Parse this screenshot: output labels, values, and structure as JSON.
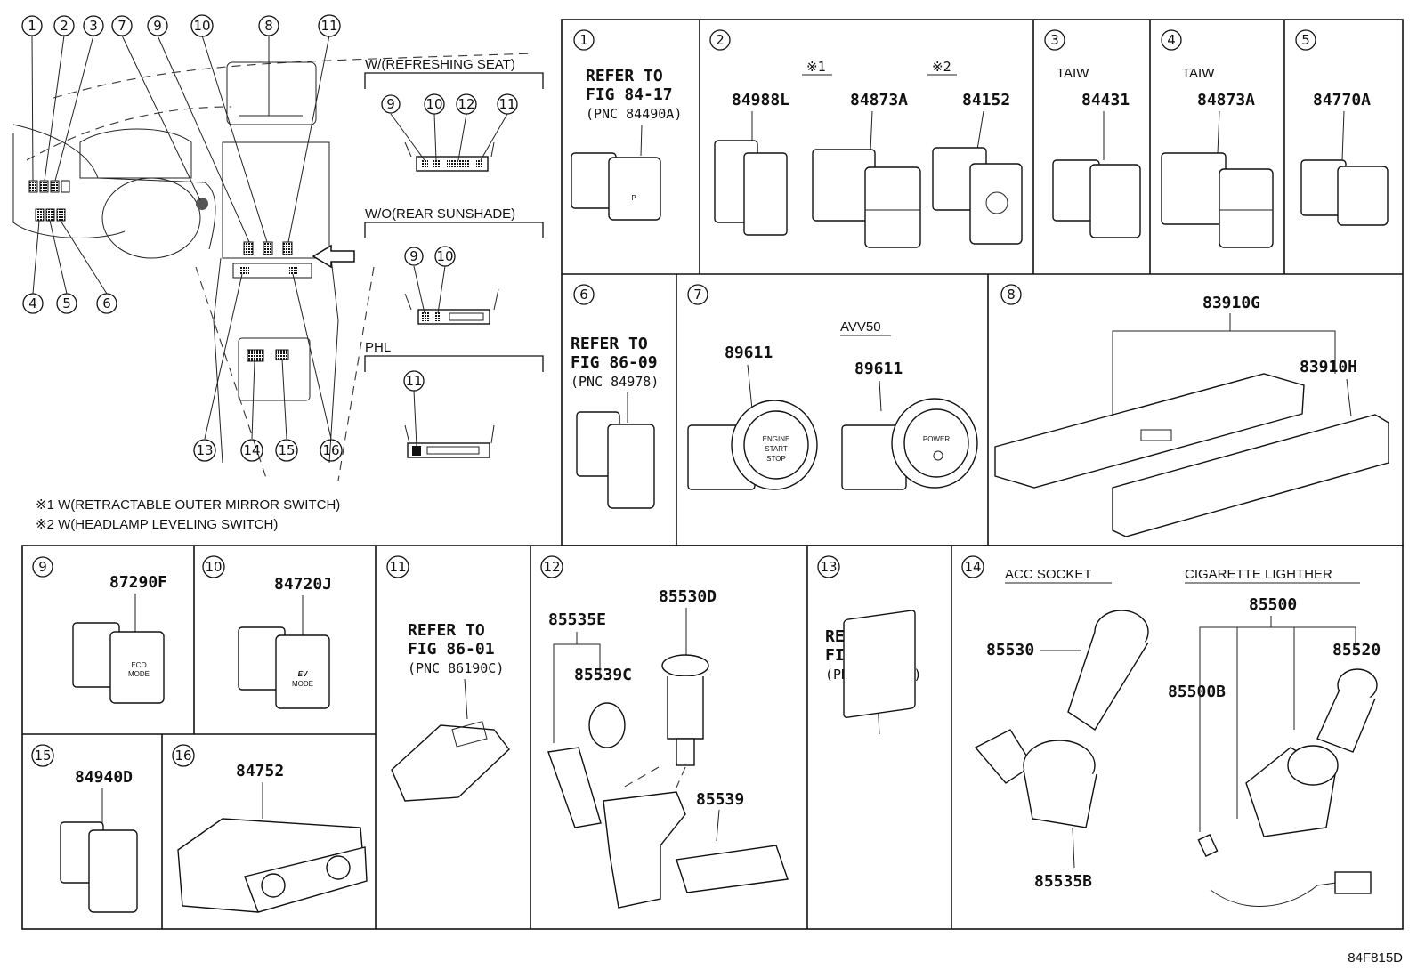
{
  "overview": {
    "callouts": [
      "1",
      "2",
      "3",
      "7",
      "9",
      "10",
      "8",
      "11",
      "4",
      "5",
      "6",
      "13",
      "14",
      "15",
      "16"
    ],
    "notes": [
      "※1 W(RETRACTABLE OUTER MIRROR SWITCH)",
      "※2 W(HEADLAMP LEVELING SWITCH)"
    ],
    "variants": [
      {
        "title": "W/(REFRESHING SEAT)",
        "callouts": [
          "9",
          "10",
          "12",
          "11"
        ]
      },
      {
        "title": "W/O(REAR SUNSHADE)",
        "callouts": [
          "9",
          "10"
        ]
      },
      {
        "title": "PHL",
        "callouts": [
          "11"
        ]
      }
    ]
  },
  "cells": {
    "c1": {
      "num": "1",
      "ref": [
        "REFER TO",
        "FIG 84-17",
        "(PNC 84490A)"
      ]
    },
    "c2": {
      "num": "2",
      "parts": [
        "84988L",
        "84873A",
        "84152"
      ],
      "marks": [
        "※1",
        "※2"
      ]
    },
    "c3": {
      "num": "3",
      "tag": "TAIW",
      "parts": [
        "84431"
      ]
    },
    "c4": {
      "num": "4",
      "tag": "TAIW",
      "parts": [
        "84873A"
      ]
    },
    "c5": {
      "num": "5",
      "parts": [
        "84770A"
      ]
    },
    "c6": {
      "num": "6",
      "ref": [
        "REFER TO",
        "FIG 86-09",
        "(PNC 84978)"
      ]
    },
    "c7": {
      "num": "7",
      "tag": "AVV50",
      "parts": [
        "89611",
        "89611"
      ],
      "button1": [
        "ENGINE",
        "START",
        "STOP"
      ],
      "button2": "POWER"
    },
    "c8": {
      "num": "8",
      "parts": [
        "83910G",
        "83910H"
      ]
    },
    "c9": {
      "num": "9",
      "parts": [
        "87290F"
      ],
      "face": [
        "ECO",
        "MODE"
      ]
    },
    "c10": {
      "num": "10",
      "parts": [
        "84720J"
      ],
      "face": [
        "EV",
        "MODE"
      ]
    },
    "c11": {
      "num": "11",
      "ref": [
        "REFER TO",
        "FIG 86-01",
        "(PNC 86190C)"
      ]
    },
    "c12": {
      "num": "12",
      "parts": [
        "85535E",
        "85530D",
        "85539C",
        "85539"
      ]
    },
    "c13": {
      "num": "13",
      "ref": [
        "REFER TO",
        "FIG 86-01",
        "(PNC 86190D)"
      ]
    },
    "c14": {
      "num": "14",
      "headers": [
        "ACC SOCKET",
        "CIGARETTE LIGHTHER"
      ],
      "parts": [
        "85530",
        "85535B",
        "85500",
        "85520",
        "85500B"
      ]
    },
    "c15": {
      "num": "15",
      "parts": [
        "84940D"
      ]
    },
    "c16": {
      "num": "16",
      "parts": [
        "84752"
      ]
    }
  },
  "code": "84F815D"
}
